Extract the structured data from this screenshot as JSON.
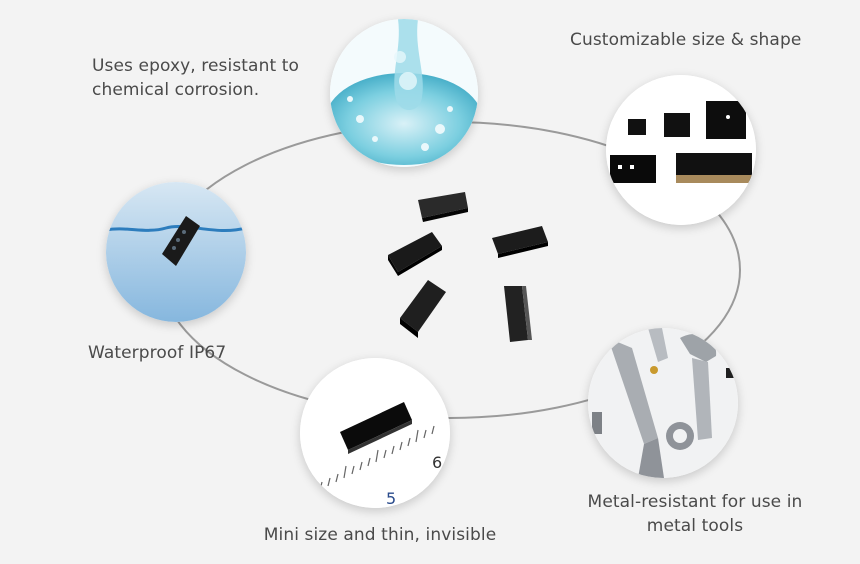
{
  "features": {
    "epoxy": "Uses epoxy, resistant to chemical corrosion.",
    "customizable": "Customizable size & shape",
    "waterproof": "Waterproof IP67",
    "mini": "Mini size and thin, invisible",
    "metal": "Metal-resistant for use in metal tools"
  },
  "images": {
    "epoxy": "epoxy-droplet-image",
    "customizable": "assorted-tag-shapes-image",
    "waterproof": "tag-in-water-image",
    "mini": "tag-on-ruler-image",
    "metal": "metal-tools-image",
    "center": "black-epoxy-tags-image"
  },
  "ruler_marks": {
    "left": "5",
    "right": "6"
  },
  "colors": {
    "background": "#f3f3f3",
    "ring": "#9a9a9a",
    "tag": "#111111",
    "text": "#4a4a4a"
  }
}
